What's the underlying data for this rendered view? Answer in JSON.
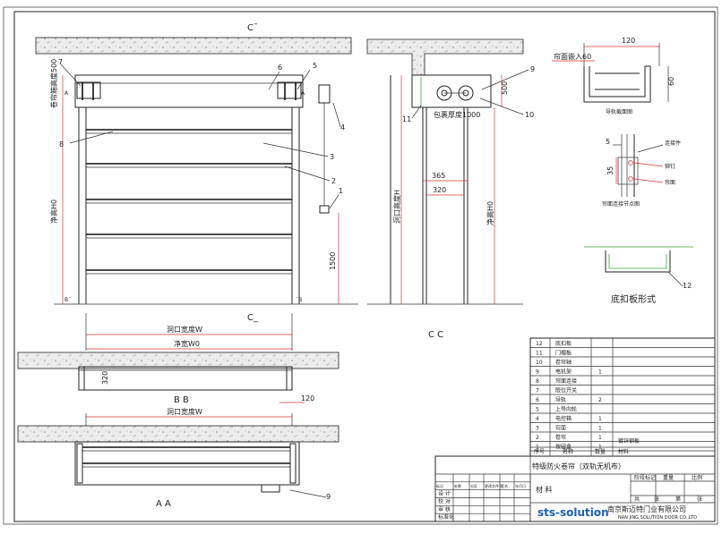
{
  "section_marks": {
    "c_top": "C¯",
    "c_bottom": "C_",
    "a_left": "A",
    "a_right": "A",
    "b_left": "B¯",
    "b_right": "¯B"
  },
  "front_view": {
    "callouts": [
      "7",
      "6",
      "5",
      "4",
      "3",
      "2",
      "1",
      "8"
    ],
    "label_box_height": "卷帘箱高度500",
    "label_net_height": "净高H0",
    "dim_1500": "1500",
    "label_opening_width": "洞口宽度W",
    "label_net_width": "净宽W0"
  },
  "section_cc": {
    "title": "C C",
    "label_opening_height": "洞口高度H",
    "label_net_height": "净高H0",
    "dim_500": "500",
    "label_wrap_thickness": "包裹厚度1000",
    "dim_365": "365",
    "dim_320": "320",
    "callouts": [
      "9",
      "10",
      "11"
    ]
  },
  "detail_guide": {
    "dim_120": "120",
    "label_embed": "帘面嵌入60",
    "dim_60": "60",
    "caption": "导轨截面图"
  },
  "detail_slat": {
    "dim_5": "5",
    "dim_35": "35",
    "caption": "帘面连接节点图",
    "notes": [
      "连接件",
      "铆钉",
      "帘面"
    ]
  },
  "detail_bottom": {
    "caption": "底扣板形式",
    "callout": "12"
  },
  "section_bb": {
    "title": "B B",
    "dim_320": "320",
    "dim_120": "120"
  },
  "section_aa": {
    "title": "A A",
    "label_opening_width": "洞口宽度W",
    "callout": "9"
  },
  "parts_table": {
    "rows": [
      {
        "no": "12",
        "name": "底扣板",
        "qty": ""
      },
      {
        "no": "11",
        "name": "门楣板",
        "qty": ""
      },
      {
        "no": "10",
        "name": "卷帘轴",
        "qty": ""
      },
      {
        "no": "9",
        "name": "电机架",
        "qty": "1"
      },
      {
        "no": "8",
        "name": "帘面连接",
        "qty": ""
      },
      {
        "no": "7",
        "name": "限位开关",
        "qty": ""
      },
      {
        "no": "6",
        "name": "导轨",
        "qty": "2"
      },
      {
        "no": "5",
        "name": "上导向轮",
        "qty": ""
      },
      {
        "no": "4",
        "name": "电控箱",
        "qty": "1"
      },
      {
        "no": "3",
        "name": "帘面",
        "qty": "1"
      },
      {
        "no": "2",
        "name": "卷帘",
        "qty": "1"
      },
      {
        "no": "1",
        "name": "按钮盒",
        "qty": "1"
      }
    ],
    "header": {
      "no": "序号",
      "name": "名称",
      "qty": "数量",
      "mat": "材料"
    },
    "note_material": "镀锌钢板"
  },
  "title_block": {
    "product_name": "特级防火卷帘（双轨无机布）",
    "material_label": "材 料",
    "company_cn": "南京斯迈特门业有限公司",
    "company_en": "NAN JING SOLUTION DOOR CO.,LTD",
    "logo": "sts-solution",
    "roles": [
      "设 计",
      "校 对",
      "审 核",
      "标准化"
    ],
    "columns": [
      "标记",
      "处数",
      "分区",
      "更改文件号",
      "签名",
      "年月日"
    ],
    "right_labels": [
      "阶段标记",
      "重量",
      "比例"
    ],
    "sheet_labels": [
      "共",
      "张",
      "第",
      "张"
    ]
  }
}
